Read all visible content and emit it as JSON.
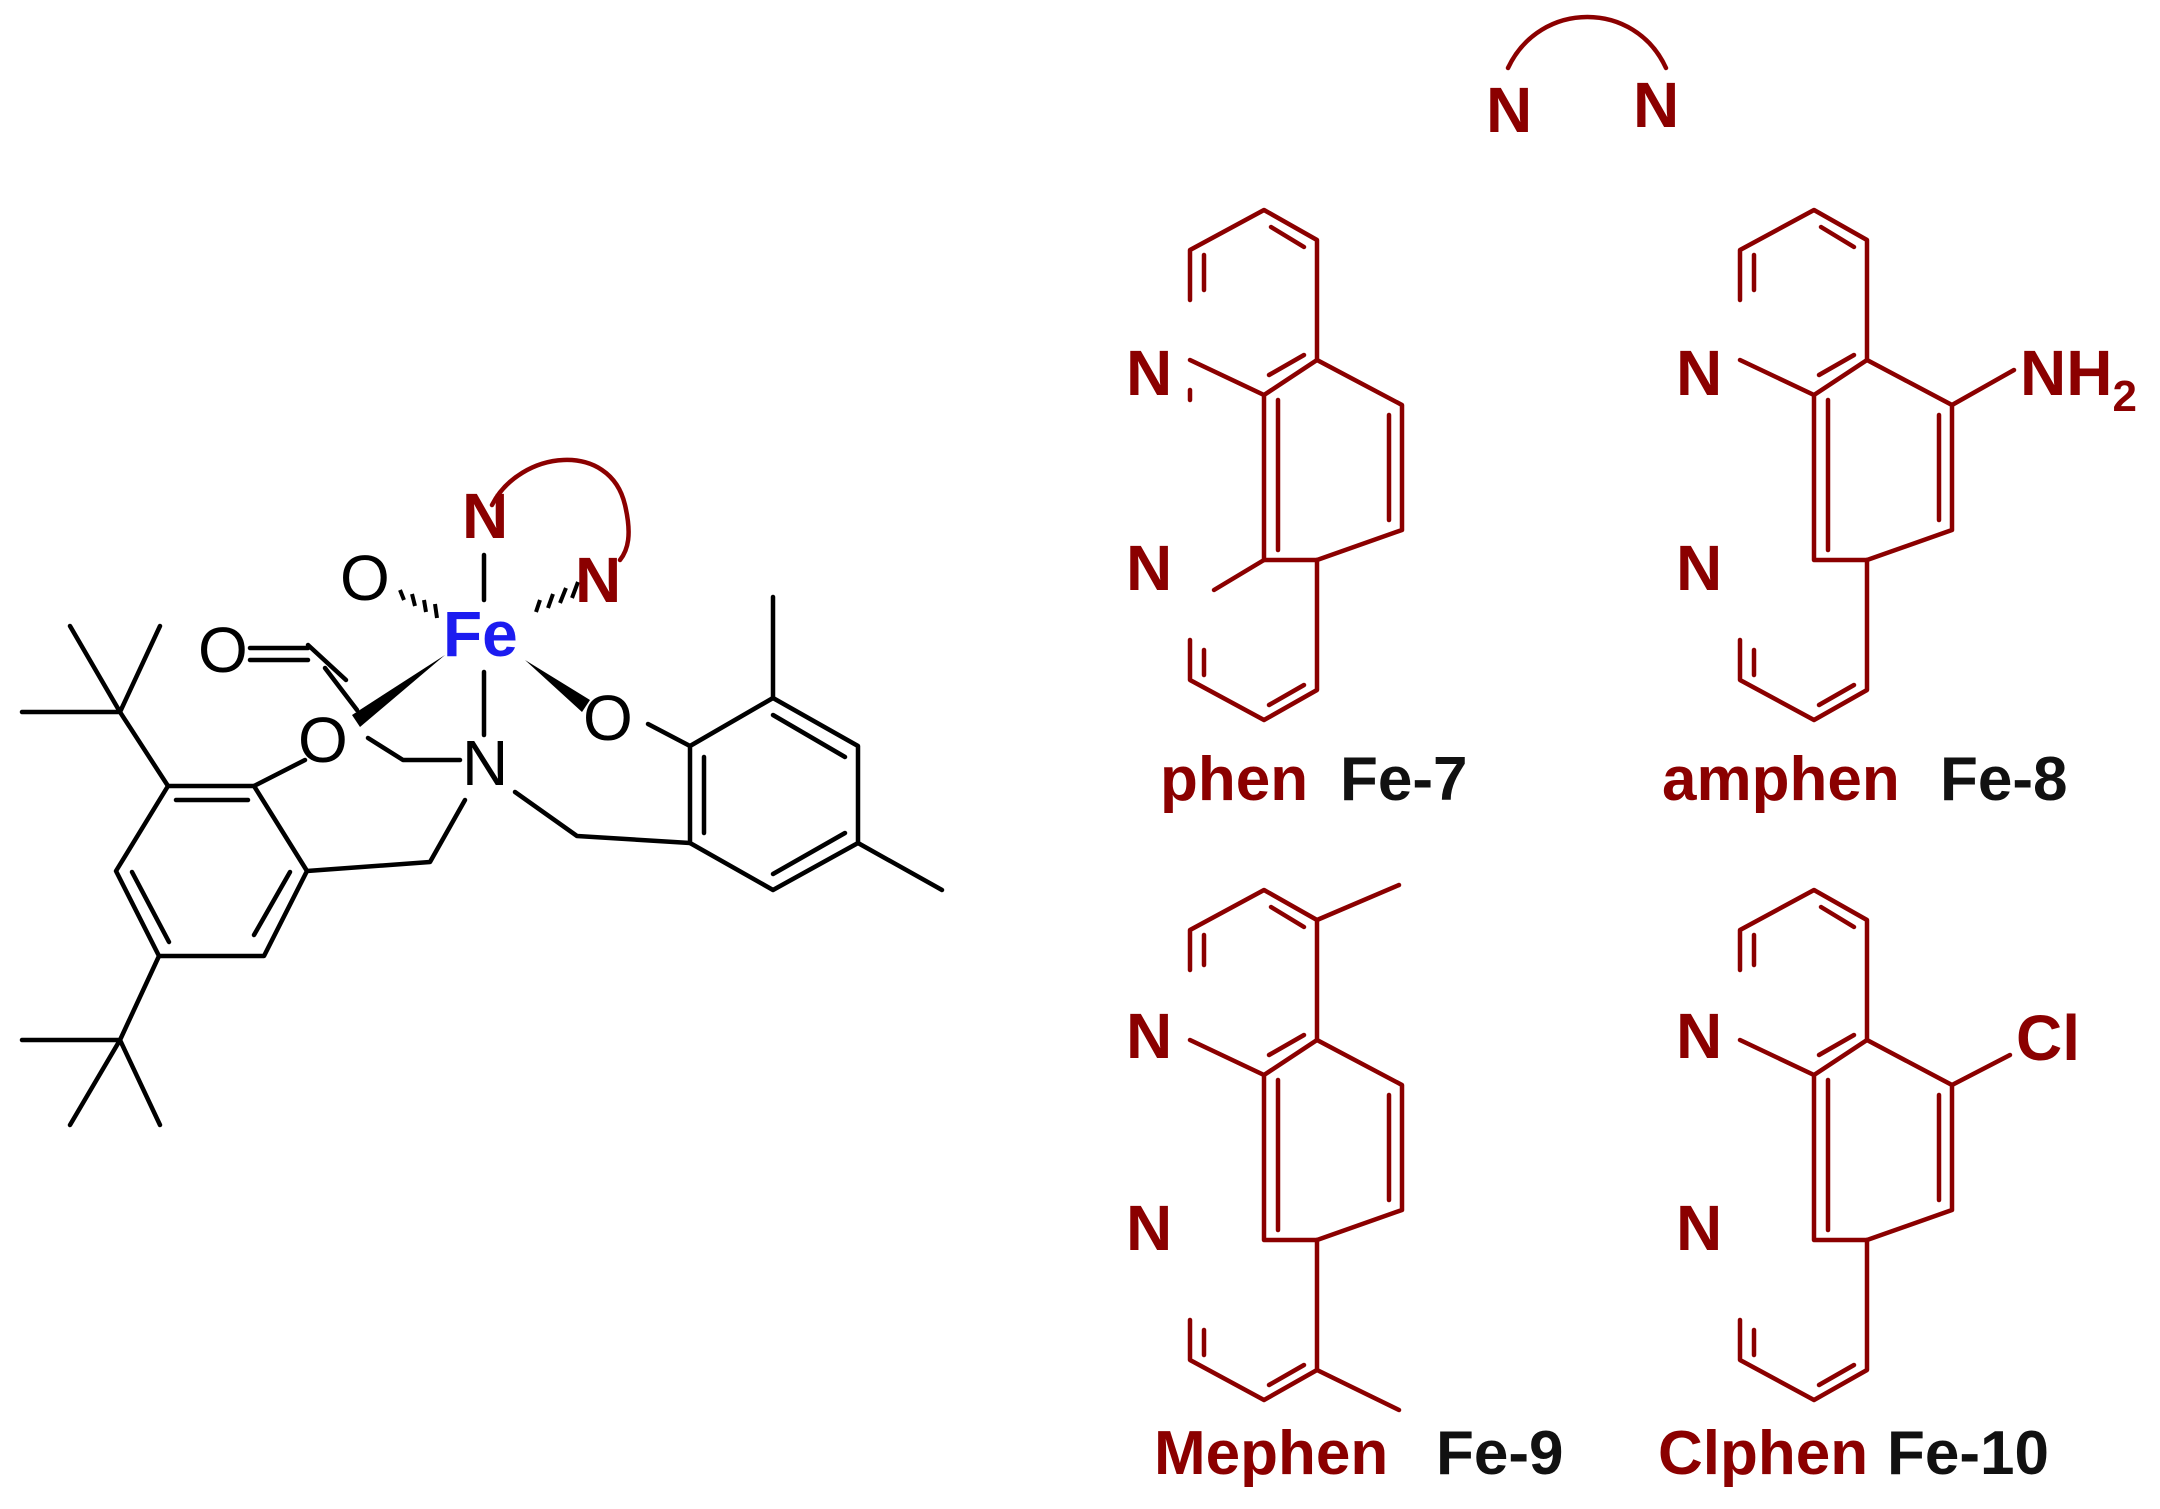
{
  "colors": {
    "ligand": "#8b0000",
    "metal": "#1c1cf0",
    "bond": "#000000"
  },
  "main_complex": {
    "metal": "Fe",
    "ligand_n1": "N",
    "ligand_n2": "N",
    "carbonyl_o": "O",
    "carboxylate_o": "O",
    "phenoxide_o_left": "O",
    "phenoxide_o_right": "O",
    "amine_n": "N"
  },
  "generic_ligand": {
    "n_left": "N",
    "n_right": "N"
  },
  "ligands": [
    {
      "n_top": "N",
      "n_bottom": "N",
      "substituent": "",
      "name": "phen",
      "code": "Fe-7"
    },
    {
      "n_top": "N",
      "n_bottom": "N",
      "substituent": "NH",
      "substituent_sub": "2",
      "name": "amphen",
      "code": "Fe-8"
    },
    {
      "n_top": "N",
      "n_bottom": "N",
      "substituent": "",
      "name": "Mephen",
      "code": "Fe-9"
    },
    {
      "n_top": "N",
      "n_bottom": "N",
      "substituent": "Cl",
      "name": "Clphen",
      "code": "Fe-10"
    }
  ]
}
